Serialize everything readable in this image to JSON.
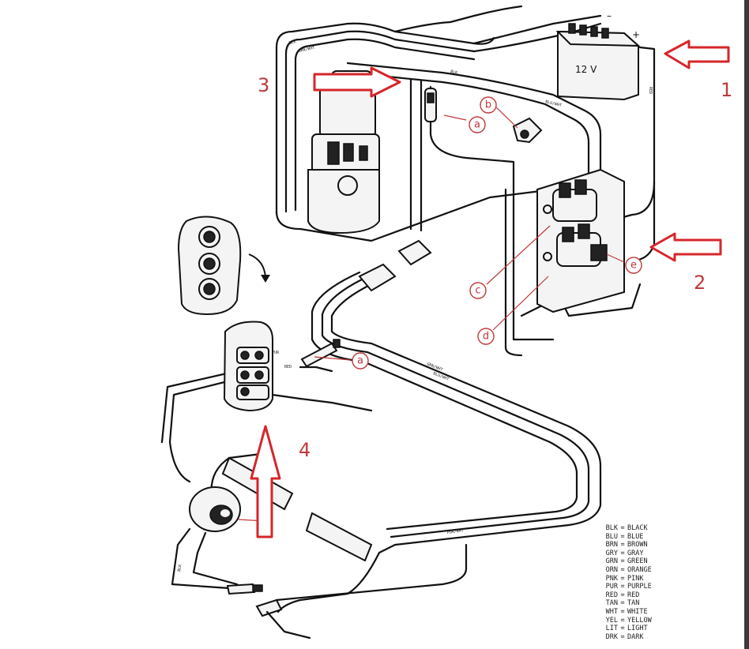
{
  "battery": {
    "label": "12 V",
    "minus": "–",
    "plus": "+"
  },
  "numbers": [
    "1",
    "2",
    "3",
    "4"
  ],
  "callouts": {
    "a": "a",
    "b": "b",
    "c": "c",
    "d": "d",
    "e": "e"
  },
  "wire_labels": [
    "BLK",
    "GRN/WHT",
    "BLU/WHT",
    "BLK",
    "RED",
    "PUR",
    "GRN/WHT",
    "BLU/WHT",
    "RED",
    "BLK",
    "PUR/WHT"
  ],
  "legend": [
    {
      "abbr": "BLK",
      "name": "BLACK"
    },
    {
      "abbr": "BLU",
      "name": "BLUE"
    },
    {
      "abbr": "BRN",
      "name": "BROWN"
    },
    {
      "abbr": "GRY",
      "name": "GRAY"
    },
    {
      "abbr": "GRN",
      "name": "GREEN"
    },
    {
      "abbr": "ORN",
      "name": "ORANGE"
    },
    {
      "abbr": "PNK",
      "name": "PINK"
    },
    {
      "abbr": "PUR",
      "name": "PURPLE"
    },
    {
      "abbr": "RED",
      "name": "RED"
    },
    {
      "abbr": "TAN",
      "name": "TAN"
    },
    {
      "abbr": "WHT",
      "name": "WHITE"
    },
    {
      "abbr": "YEL",
      "name": "YELLOW"
    },
    {
      "abbr": "LIT",
      "name": "LIGHT"
    },
    {
      "abbr": "DRK",
      "name": "DARK"
    }
  ],
  "colors": {
    "accent": "#d6262a",
    "line": "#111111"
  }
}
